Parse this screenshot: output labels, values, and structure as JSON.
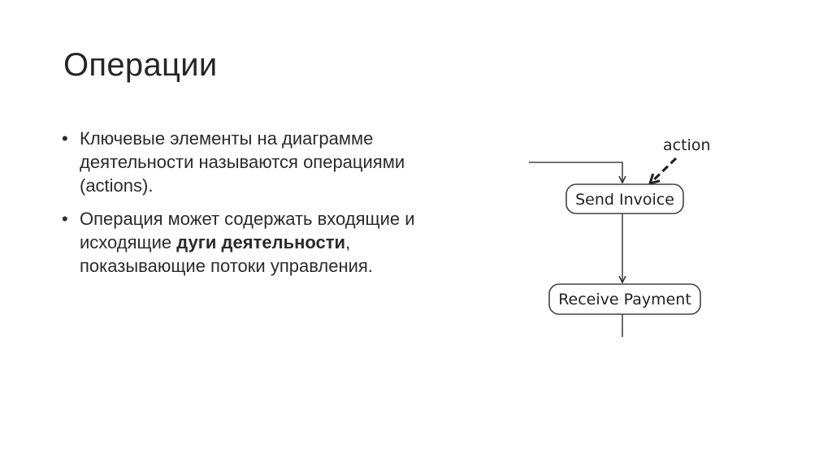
{
  "slide": {
    "title": "Операции",
    "bullets": [
      {
        "text_before": "Ключевые элементы на диаграмме деятельности называются операциями (actions).",
        "bold": "",
        "text_after": ""
      },
      {
        "text_before": "Операция может содержать входящие и исходящие ",
        "bold": "дуги деятельности",
        "text_after": ", показывающие потоки управления."
      }
    ]
  },
  "diagram": {
    "annotation_label": "action",
    "nodes": [
      {
        "label": "Send Invoice"
      },
      {
        "label": "Receive Payment"
      }
    ]
  }
}
